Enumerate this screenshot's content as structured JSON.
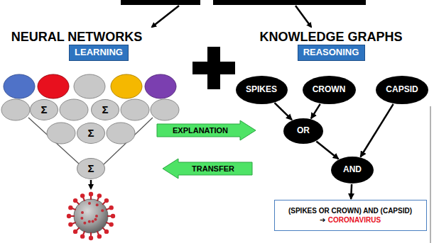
{
  "diagram": {
    "nodes": [
      {
        "text": [
          "LEARNING"
        ]
      },
      {
        "text": [
          "REASONING"
        ]
      },
      {
        "text": [
          "Σ"
        ]
      },
      {
        "text": [
          "Σ"
        ]
      },
      {
        "text": [
          "Σ"
        ]
      },
      {
        "text": [
          "Σ"
        ]
      },
      {
        "text": [
          "EXPLANATION"
        ]
      },
      {
        "text": [
          "TRANSFER"
        ]
      },
      {
        "text": [
          "SPIKES"
        ]
      },
      {
        "text": [
          "CROWN"
        ]
      },
      {
        "text": [
          "CAPSID"
        ]
      },
      {
        "text": [
          "OR"
        ]
      },
      {
        "text": [
          "AND"
        ]
      },
      {
        "text": [
          "(SPIKES OR CROWN) AND (CAPSID)",
          "➔",
          "CORONAVIRUS"
        ]
      }
    ],
    "edges": [
      {
        "from": 8,
        "to": 11,
        "arrow": "to"
      },
      {
        "from": 9,
        "to": 11,
        "arrow": "to"
      },
      {
        "from": 11,
        "to": 12,
        "arrow": "to"
      },
      {
        "from": 10,
        "to": 12,
        "arrow": "to"
      },
      {
        "from": 12,
        "to": 13,
        "arrow": "to"
      }
    ],
    "labels": [
      "NEURAL NETWORKS",
      "KNOWLEDGE GRAPHS"
    ]
  }
}
